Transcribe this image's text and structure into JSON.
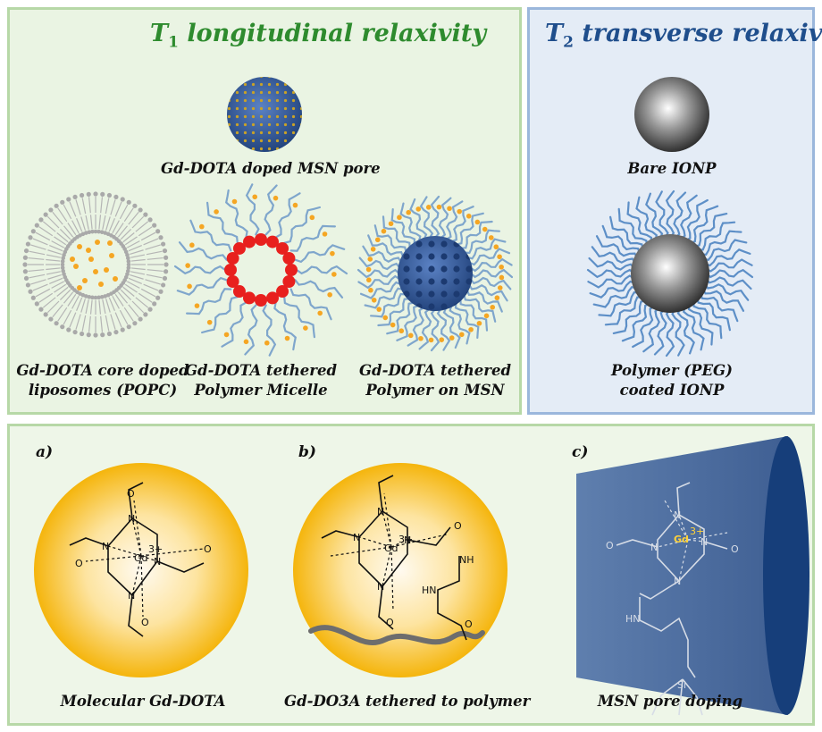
{
  "t1": {
    "title_main": "T",
    "title_sub": "1",
    "title_rest": " longitudinal relaxivity",
    "title_color": "#2e8b2e",
    "msn_pore_caption": "Gd-DOTA doped MSN pore",
    "liposome_caption_1": "Gd-DOTA core doped",
    "liposome_caption_2": "liposomes (POPC)",
    "micelle_caption_1": "Gd-DOTA tethered",
    "micelle_caption_2": "Polymer Micelle",
    "msn_polymer_caption_1": "Gd-DOTA tethered",
    "msn_polymer_caption_2": "Polymer on MSN"
  },
  "t2": {
    "title_main": "T",
    "title_sub": "2",
    "title_rest": " transverse relaxivity",
    "title_color": "#1f4e8c",
    "bare_caption": "Bare IONP",
    "coated_caption_1": "Polymer (PEG)",
    "coated_caption_2": "coated IONP"
  },
  "bottom": {
    "label_a": "a)",
    "label_b": "b)",
    "label_c": "c)",
    "caption_a": "Molecular Gd-DOTA",
    "caption_b": "Gd-DO3A tethered to polymer",
    "caption_c": "MSN pore doping"
  },
  "chem": {
    "gd": "Gd",
    "gd_charge": "3+",
    "n": "N",
    "o": "O",
    "o_minus": "O",
    "minus": "−",
    "nh": "NH",
    "hn": "HN",
    "si": "Si"
  },
  "colors": {
    "gd_dot": "#f5a623",
    "micelle_core": "#e8201e",
    "chain": "#7fa6cc",
    "msn_blue": "#2f5597",
    "ionp_grey": "#777777",
    "gold": "#f6b400"
  }
}
